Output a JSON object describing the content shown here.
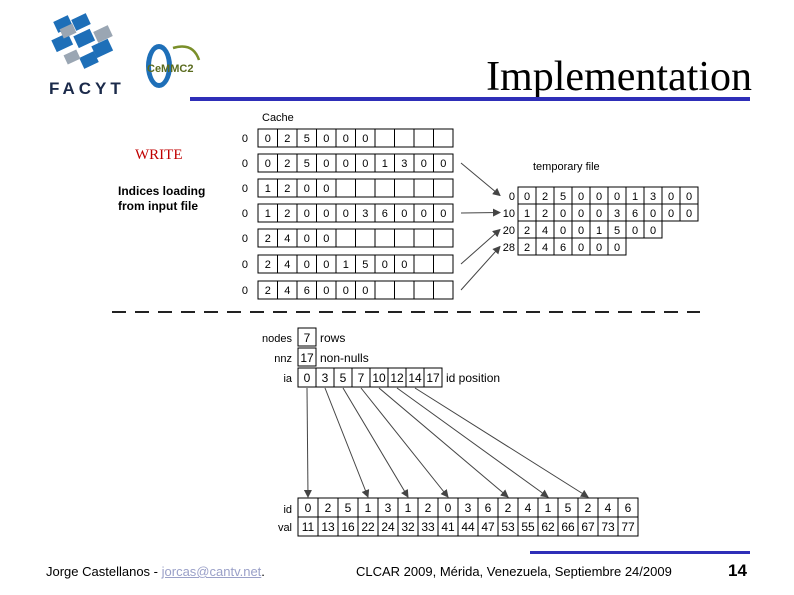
{
  "slide": {
    "title": "Implementation",
    "write_label": "WRITE",
    "footer_author": "Jorge Castellanos - ",
    "footer_email": "jorcas@cantv.net",
    "footer_email_suffix": ".",
    "footer_conference": "CLCAR 2009, Mérida, Venezuela, Septiembre 24/2009",
    "page_number": "14"
  },
  "logos": {
    "facyt": "FACYT",
    "cemmc": "CeMMC2"
  },
  "diagram": {
    "cache_label": "Cache",
    "indices_label_line1": "Indices loading",
    "indices_label_line2": "from input file",
    "temp_label": "temporary file",
    "cache_rows": [
      {
        "index": "0",
        "cells": [
          "0",
          "2",
          "5",
          "0",
          "0",
          "0"
        ]
      },
      {
        "index": "0",
        "cells": [
          "0",
          "2",
          "5",
          "0",
          "0",
          "0",
          "1",
          "3",
          "0",
          "0"
        ]
      },
      {
        "index": "0",
        "cells": [
          "1",
          "2",
          "0",
          "0"
        ]
      },
      {
        "index": "0",
        "cells": [
          "1",
          "2",
          "0",
          "0",
          "0",
          "3",
          "6",
          "0",
          "0",
          "0"
        ]
      },
      {
        "index": "0",
        "cells": [
          "2",
          "4",
          "0",
          "0"
        ]
      },
      {
        "index": "0",
        "cells": [
          "2",
          "4",
          "0",
          "0",
          "1",
          "5",
          "0",
          "0"
        ]
      },
      {
        "index": "0",
        "cells": [
          "2",
          "4",
          "6",
          "0",
          "0",
          "0"
        ]
      }
    ],
    "temp_rows": [
      {
        "offset": "0",
        "cells": [
          "0",
          "2",
          "5",
          "0",
          "0",
          "0",
          "1",
          "3",
          "0",
          "0"
        ]
      },
      {
        "offset": "10",
        "cells": [
          "1",
          "2",
          "0",
          "0",
          "0",
          "3",
          "6",
          "0",
          "0",
          "0"
        ]
      },
      {
        "offset": "20",
        "cells": [
          "2",
          "4",
          "0",
          "0",
          "1",
          "5",
          "0",
          "0"
        ]
      },
      {
        "offset": "28",
        "cells": [
          "2",
          "4",
          "6",
          "0",
          "0",
          "0"
        ]
      }
    ],
    "nodes": {
      "label": "nodes",
      "value": "7",
      "desc": "rows"
    },
    "nnz": {
      "label": "nnz",
      "value": "17",
      "desc": "non-nulls"
    },
    "ia": {
      "label": "ia",
      "values": [
        "0",
        "3",
        "5",
        "7",
        "10",
        "12",
        "14",
        "17"
      ],
      "desc": "id position"
    },
    "id_row": {
      "label": "id",
      "values": [
        "0",
        "2",
        "5",
        "1",
        "3",
        "1",
        "2",
        "0",
        "3",
        "6",
        "2",
        "4",
        "1",
        "5",
        "2",
        "4",
        "6"
      ]
    },
    "val_row": {
      "label": "val",
      "values": [
        "11",
        "13",
        "16",
        "22",
        "24",
        "32",
        "33",
        "41",
        "44",
        "47",
        "53",
        "55",
        "62",
        "66",
        "67",
        "73",
        "77"
      ]
    }
  }
}
